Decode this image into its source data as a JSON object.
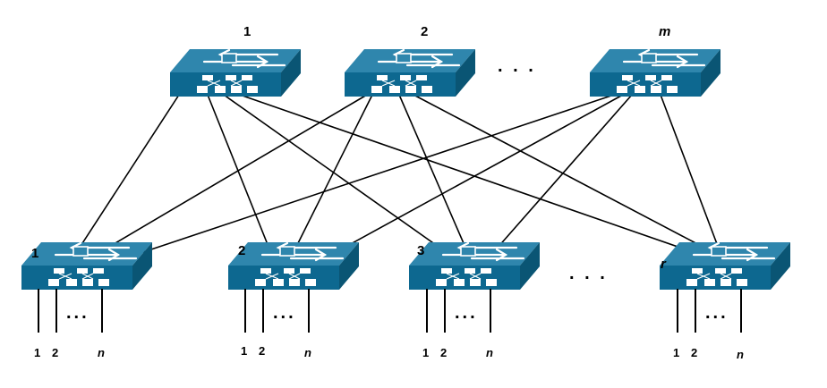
{
  "colors": {
    "switch_top": "#2f86ad",
    "switch_front": "#0d6890",
    "switch_side": "#0a5574",
    "line": "#000000"
  },
  "icon": "network-switch-icon",
  "spine": {
    "labels": [
      "1",
      "2",
      "m"
    ],
    "ellipsis": ". . ."
  },
  "leaf": {
    "labels": [
      "1",
      "2",
      "3",
      "r"
    ],
    "ellipsis": ". . ."
  },
  "ports": {
    "labels": [
      "1",
      "2",
      "n"
    ],
    "ellipsis": "..."
  }
}
